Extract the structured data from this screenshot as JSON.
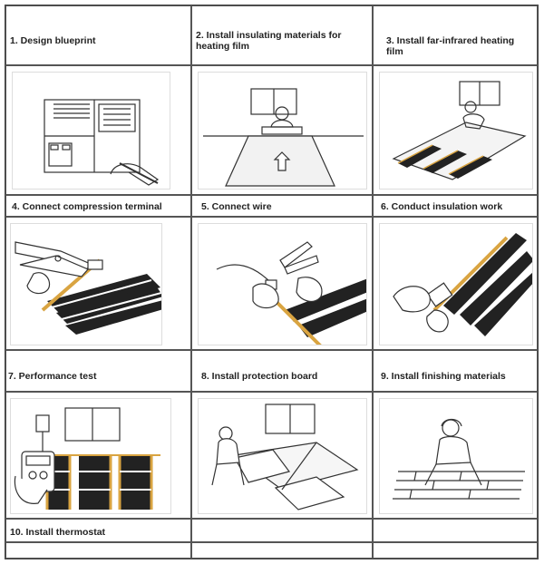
{
  "steps": [
    {
      "label": "1. Design blueprint"
    },
    {
      "label": "2. Install insulating materials for heating film"
    },
    {
      "label": "3. Install far-infrared heating film"
    },
    {
      "label": "4. Connect compression terminal"
    },
    {
      "label": "5. Connect wire"
    },
    {
      "label": "6. Conduct insulation work"
    },
    {
      "label": "7. Performance test"
    },
    {
      "label": "8. Install protection board"
    },
    {
      "label": "9. Install finishing materials"
    },
    {
      "label": "10. Install thermostat"
    }
  ],
  "colors": {
    "border": "#555555",
    "film_stripe": "#222222",
    "film_gold": "#d9a441"
  }
}
